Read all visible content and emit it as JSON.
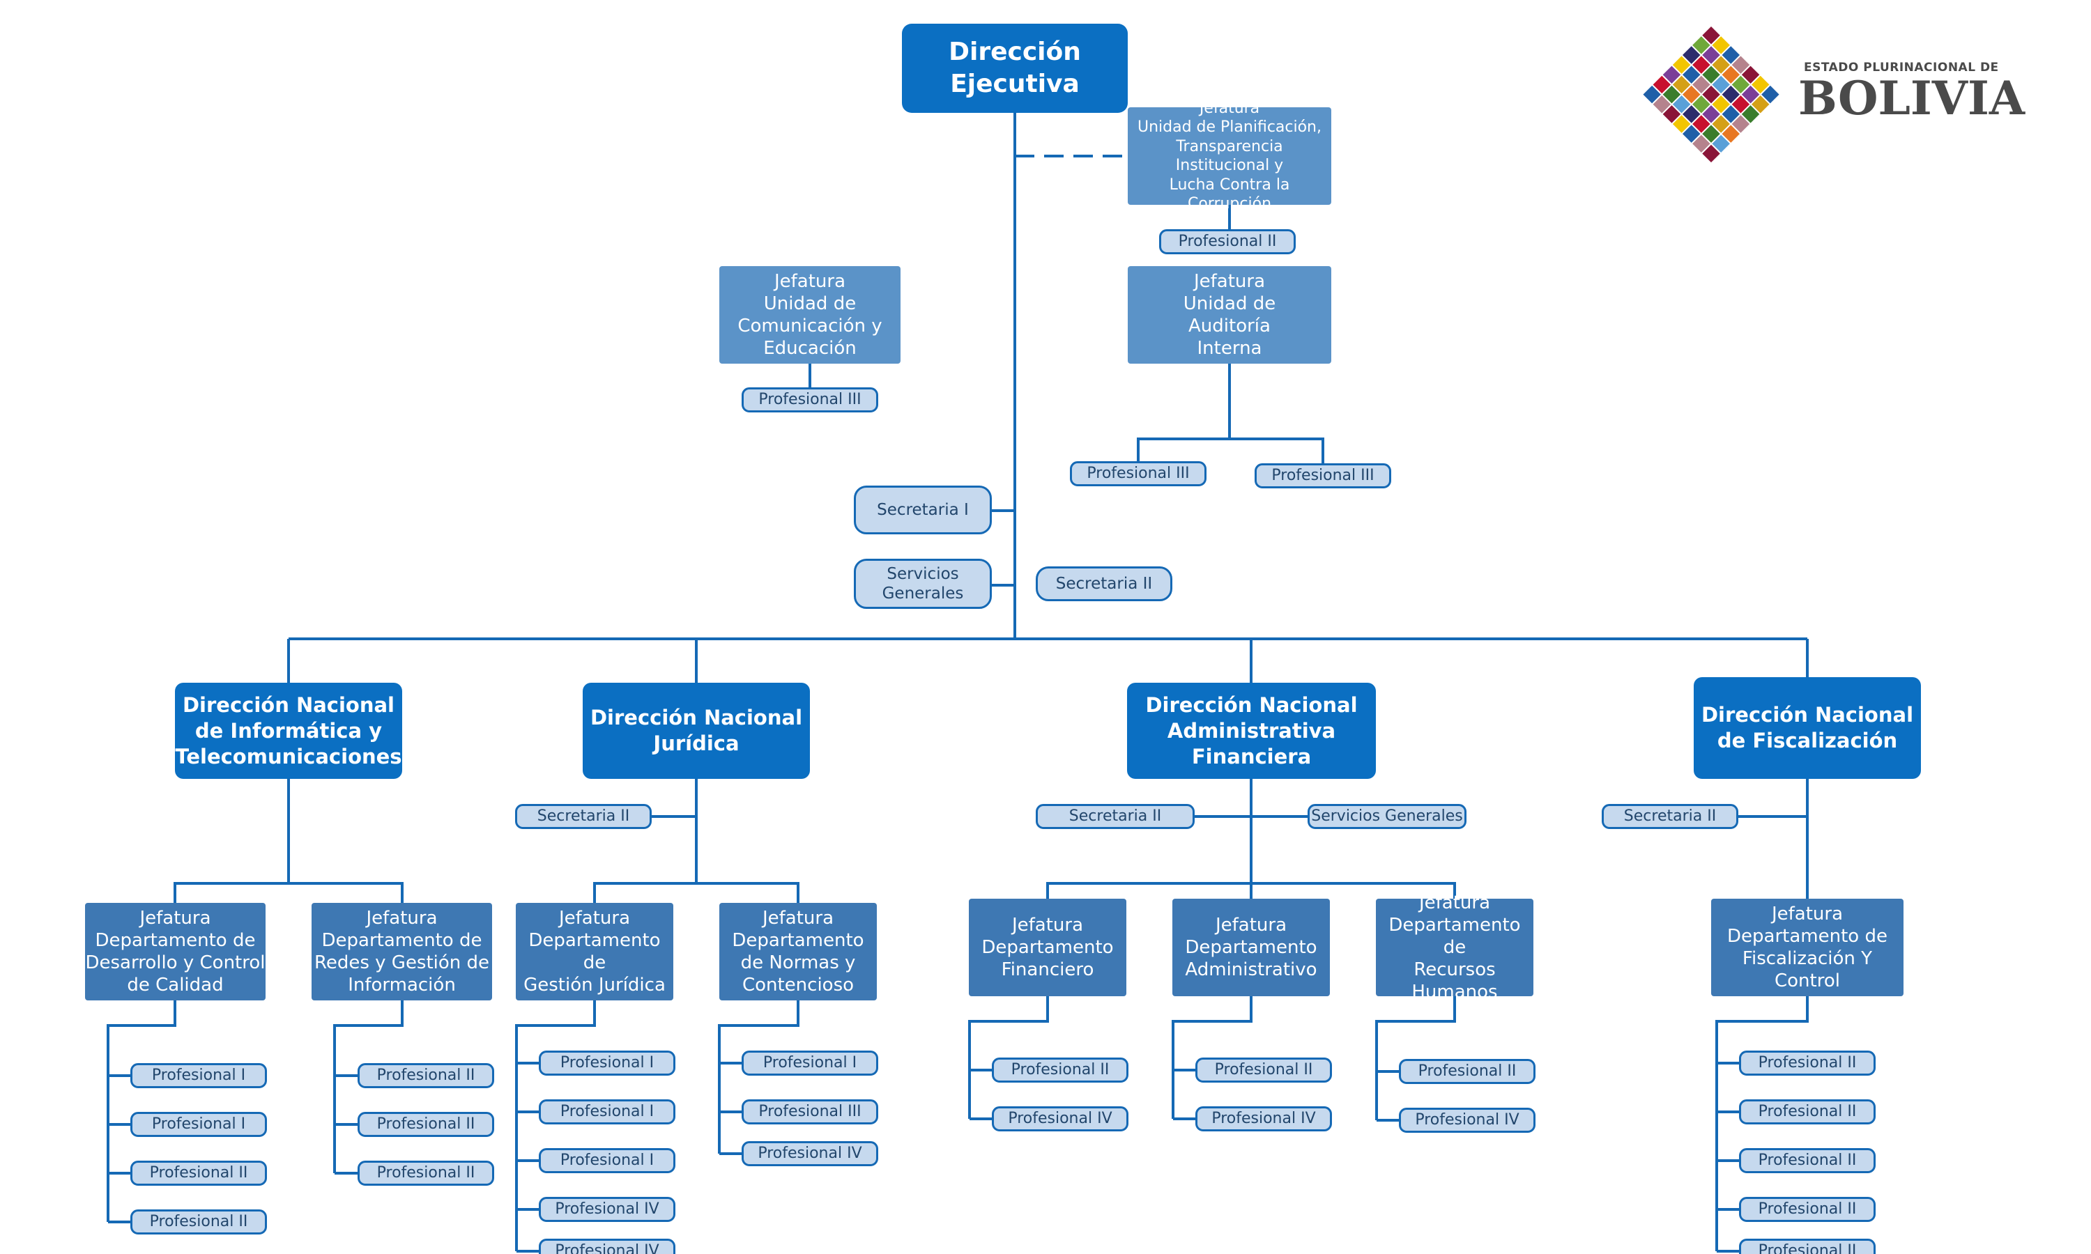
{
  "nodes": {
    "direccion_ejecutiva": "Dirección\nEjecutiva",
    "upt": "Jefatura\nUnidad de Planificación,\nTransparencia Institucional y\nLucha Contra la Corrupción",
    "upt_p": "Profesional II",
    "uce": "Jefatura\nUnidad de\nComunicación y\nEducación",
    "uce_p": "Profesional III",
    "uai": "Jefatura\nUnidad de\nAuditoría\nInterna",
    "uai_p1": "Profesional III",
    "uai_p2": "Profesional III",
    "sec1": "Secretaria I",
    "sg": "Servicios\nGenerales",
    "sec2": "Secretaria II",
    "dnit": "Dirección Nacional\nde Informática y\nTelecomunicaciones",
    "dnj": "Dirección Nacional\nJurídica",
    "dnaf": "Dirección Nacional\nAdministrativa\nFinanciera",
    "dnf": "Dirección Nacional\nde Fiscalización",
    "dnj_sec": "Secretaria II",
    "dnaf_sec": "Secretaria II",
    "dnaf_sg": "Servicios Generales",
    "dnf_sec": "Secretaria II",
    "ddcc": "Jefatura\nDepartamento de\nDesarrollo y Control\nde Calidad",
    "drgi": "Jefatura\nDepartamento de\nRedes y Gestión de\nInformación",
    "dgj": "Jefatura\nDepartamento de\nGestión Jurídica",
    "dnc": "Jefatura\nDepartamento\nde Normas y\nContencioso",
    "dfin": "Jefatura\nDepartamento\nFinanciero",
    "dadm": "Jefatura\nDepartamento\nAdministrativo",
    "drh": "Jefatura\nDepartamento de\nRecursos\nHumanos",
    "dfc": "Jefatura\nDepartamento de\nFiscalización Y Control",
    "ddcc_p": [
      "Profesional I",
      "Profesional I",
      "Profesional II",
      "Profesional II"
    ],
    "drgi_p": [
      "Profesional II",
      "Profesional II",
      "Profesional II"
    ],
    "dgj_p": [
      "Profesional I",
      "Profesional I",
      "Profesional I",
      "Profesional IV",
      "Profesional IV"
    ],
    "dnc_p": [
      "Profesional I",
      "Profesional III",
      "Profesional IV"
    ],
    "dfin_p": [
      "Profesional II",
      "Profesional IV"
    ],
    "dadm_p": [
      "Profesional II",
      "Profesional IV"
    ],
    "drh_p": [
      "Profesional II",
      "Profesional IV"
    ],
    "dfc_p": [
      "Profesional II",
      "Profesional II",
      "Profesional II",
      "Profesional II",
      "Profesional II"
    ]
  },
  "logo": {
    "top": "ESTADO PLURINACIONAL DE",
    "main": "BOLIVIA"
  },
  "colors": {
    "primary": "#0b6fc2",
    "unit": "#5b93c8",
    "department": "#3e78b3",
    "pill_fill": "#c6d9ee",
    "line": "#1569b5"
  }
}
